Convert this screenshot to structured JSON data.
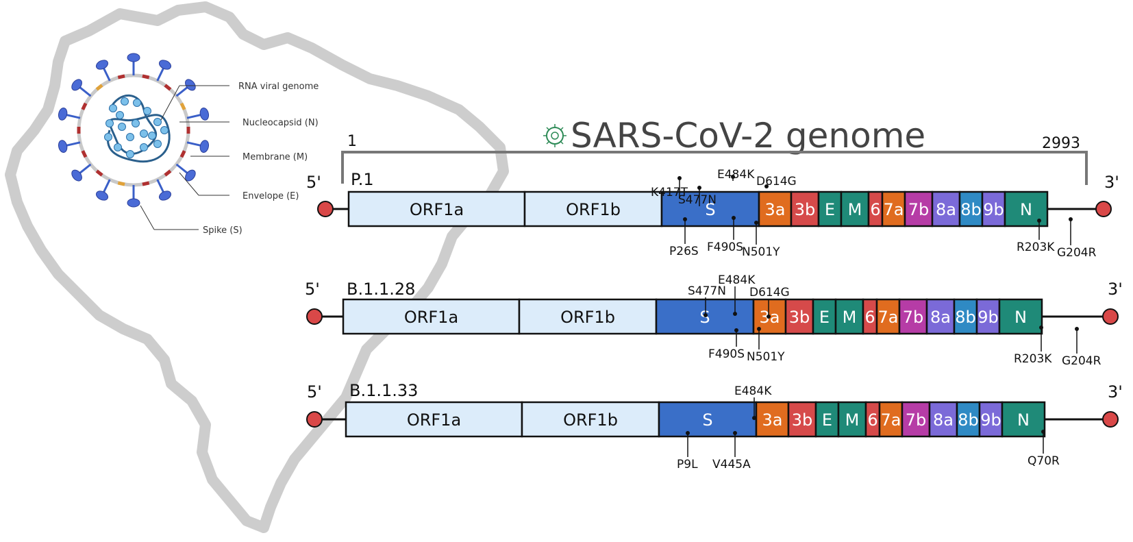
{
  "virion": {
    "labels": [
      "RNA viral genome",
      "Nucleocapsid (N)",
      "Membrane (M)",
      "Envelope (E)",
      "Spike (S)"
    ]
  },
  "genome": {
    "title": "SARS-CoV-2 genome",
    "start": "1",
    "end": "2993"
  },
  "ends": {
    "five": "5'",
    "three": "3'"
  },
  "genes": [
    "ORF1a",
    "ORF1b",
    "S",
    "3a",
    "3b",
    "E",
    "M",
    "6",
    "7a",
    "7b",
    "8a",
    "8b",
    "9b",
    "N"
  ],
  "colors": {
    "orf": "#dcecfa",
    "S": "#3a6fc8",
    "3a": "#e06c1f",
    "3b": "#d64a4a",
    "E": "#1f8a78",
    "M": "#1f8a78",
    "6": "#d64a4a",
    "7a": "#e06c1f",
    "7b": "#b63ca6",
    "8a": "#7b6ad8",
    "8b": "#2f8ac4",
    "9b": "#7b6ad8",
    "N": "#1f8a78",
    "end_cap": "#d94848",
    "map_outline": "#c8c8c8"
  },
  "lineages": [
    {
      "name": "P.1",
      "above": [
        "K417T",
        "S477N",
        "E484K",
        "D614G"
      ],
      "below": [
        "P26S",
        "F490S",
        "N501Y",
        "R203K",
        "G204R"
      ]
    },
    {
      "name": "B.1.1.28",
      "above": [
        "S477N",
        "E484K",
        "D614G"
      ],
      "below": [
        "F490S",
        "N501Y",
        "R203K",
        "G204R"
      ]
    },
    {
      "name": "B.1.1.33",
      "above": [
        "E484K"
      ],
      "below": [
        "P9L",
        "V445A",
        "Q70R"
      ]
    }
  ]
}
